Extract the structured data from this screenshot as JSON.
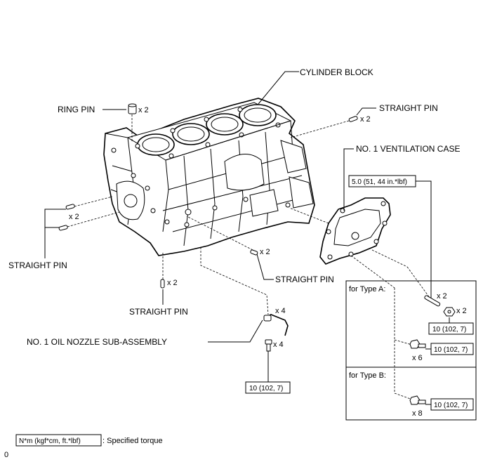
{
  "labels": {
    "cylinder_block": "CYLINDER BLOCK",
    "ring_pin": "RING PIN",
    "straight_pin_top": "STRAIGHT PIN",
    "ventilation_case": "NO. 1 VENTILATION CASE",
    "straight_pin_left": "STRAIGHT PIN",
    "straight_pin_mid": "STRAIGHT PIN",
    "straight_pin_bottom": "STRAIGHT PIN",
    "oil_nozzle": "NO. 1 OIL NOZZLE SUB-ASSEMBLY"
  },
  "quantities": {
    "ring_pin": "x 2",
    "straight_pin_top": "x 2",
    "straight_pin_left": "x 2",
    "straight_pin_mid": "x 2",
    "straight_pin_bottom": "x 2",
    "oil_nozzle": "x 4",
    "oil_nozzle_bolt": "x 4",
    "type_a_stud": "x 2",
    "type_a_nut": "x 2",
    "type_a_bolt": "x 6",
    "type_b_bolt": "x 8"
  },
  "torque": {
    "vent_case": "5.0 (51, 44 in.*lbf)",
    "oil_nozzle": "10 (102, 7)",
    "type_a_nut": "10 (102, 7)",
    "type_a_bolt": "10 (102, 7)",
    "type_b_bolt": "10 (102, 7)"
  },
  "types": {
    "a": "for Type A:",
    "b": "for Type B:"
  },
  "legend": {
    "box_text": "N*m (kgf*cm, ft.*lbf)",
    "description": ": Specified torque"
  },
  "figure_code": "0"
}
